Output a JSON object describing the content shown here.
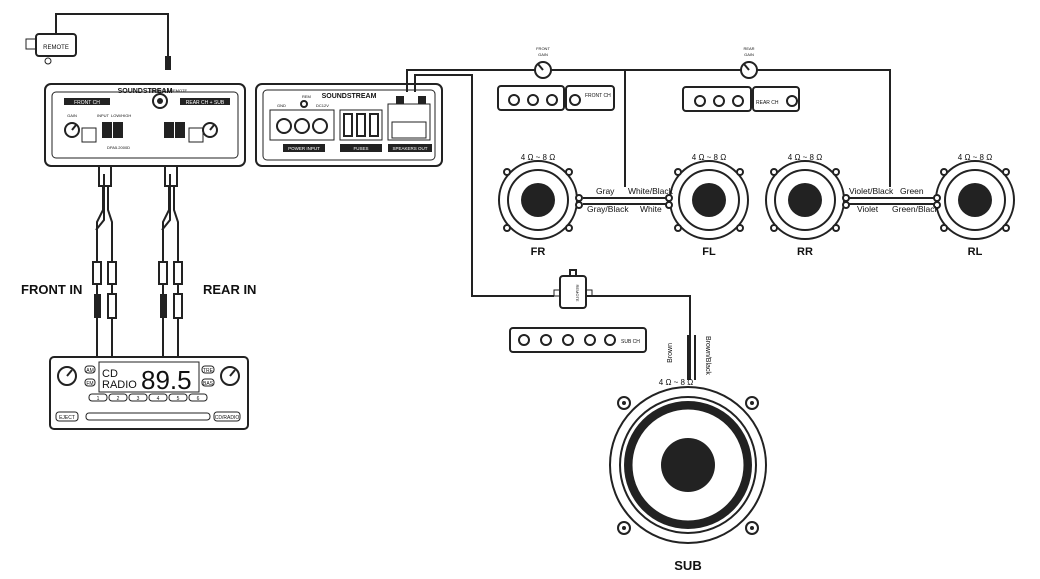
{
  "remote_label": "REMOTE",
  "amp1": {
    "brand": "SOUNDSTREAM",
    "front_label": "FRONT CH",
    "rear_label": "REAR CH + SUB",
    "model": "DPA5.2000D",
    "subamp_label": "SUBDSS • REMOTE",
    "input_label": "INPUT",
    "lohi_label": "LOW/HIGH",
    "gain_label": "GAIN"
  },
  "amp2": {
    "brand": "SOUNDSTREAM",
    "rem_label": "REM",
    "gnd_label": "GND",
    "dc_label": "DC12V",
    "power_label": "POWER INPUT",
    "fuses_label": "FUSES",
    "speakers_label": "SPEAKERS OUT"
  },
  "front_in": "FRONT IN",
  "rear_in": "REAR IN",
  "radio": {
    "cd_label": "CD",
    "radio_label": "RADIO",
    "frequency": "89.5",
    "am": "AM",
    "fm": "FM",
    "tre": "TRE",
    "bas": "BAS",
    "presets": [
      "1",
      "2",
      "3",
      "4",
      "5",
      "6"
    ],
    "eject": "EJECT",
    "cd_radio": "CD/RADIO"
  },
  "gain_knob_label": "GAIN",
  "front_knob_top": "FRONT",
  "rear_knob_top": "REAR",
  "front_panel_label": "FRONT CH",
  "rear_panel_label": "REAR CH",
  "sub_panel_label": "SUB CH",
  "sub_remote_label": "REMOTE",
  "impedance": "4 Ω ~ 8 Ω",
  "speakers": {
    "fr": "FR",
    "fl": "FL",
    "rr": "RR",
    "rl": "RL",
    "sub": "SUB"
  },
  "wires": {
    "gray": "Gray",
    "gray_black": "Gray/Black",
    "white_black": "White/Black",
    "white": "White",
    "violet_black": "Violet/Black",
    "violet": "Violet",
    "green": "Green",
    "green_black": "Green/Black",
    "brown_black": "Brown/Black",
    "brown": "Brown"
  }
}
